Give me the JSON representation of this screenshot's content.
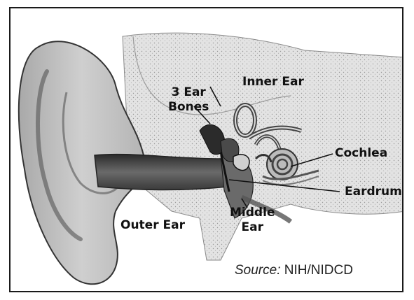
{
  "labels": {
    "ear_bones": [
      "3 Ear",
      "Bones"
    ],
    "inner_ear": "Inner Ear",
    "cochlea": "Cochlea",
    "eardrum": "Eardrum",
    "middle_ear": [
      "Middle",
      "Ear"
    ],
    "outer_ear": "Outer Ear"
  },
  "source": {
    "prefix": "Source:",
    "text": " NIH/NIDCD"
  },
  "colors": {
    "ink": "#111111",
    "canal": "#4a4a4a",
    "skin": "#bdbdbd",
    "bone": "#e6e6e6"
  }
}
